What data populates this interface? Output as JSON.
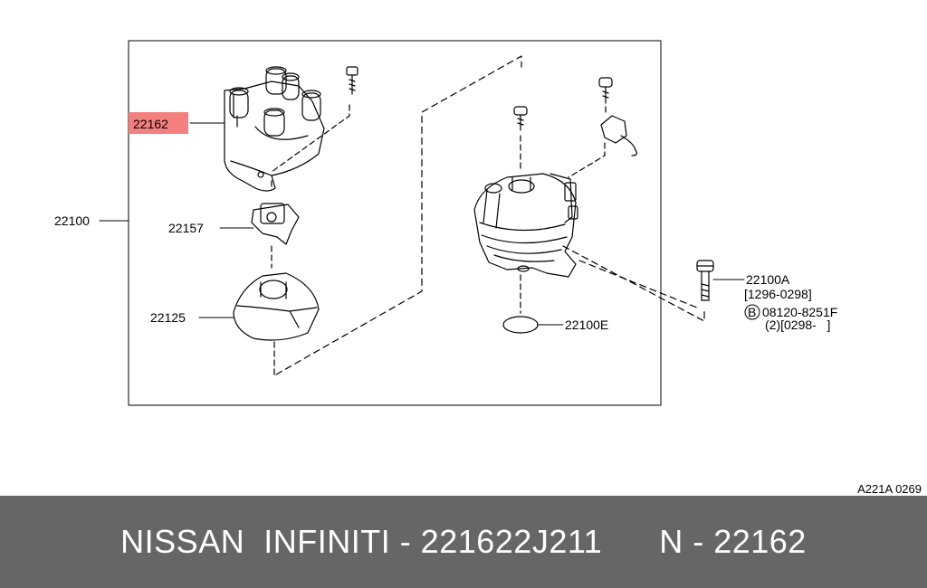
{
  "diagram": {
    "labels": {
      "distributor_cap": "22162",
      "distributor_assy": "22100",
      "rotor_head": "22157",
      "shaft_seal": "22125",
      "bolt": "22100A",
      "bolt_date": "[1296-0298]",
      "bolt_b_symbol": "B",
      "bolt_b_part": "08120-8251F",
      "bolt_b_qty_date": "(2)[0298-   ]",
      "o_ring": "22100E"
    },
    "highlight_color": "#f47f7f",
    "drawing_code": "A221A 0269"
  },
  "footer": {
    "title": "NISSAN  INFINITI - 221622J211      N - 22162"
  }
}
